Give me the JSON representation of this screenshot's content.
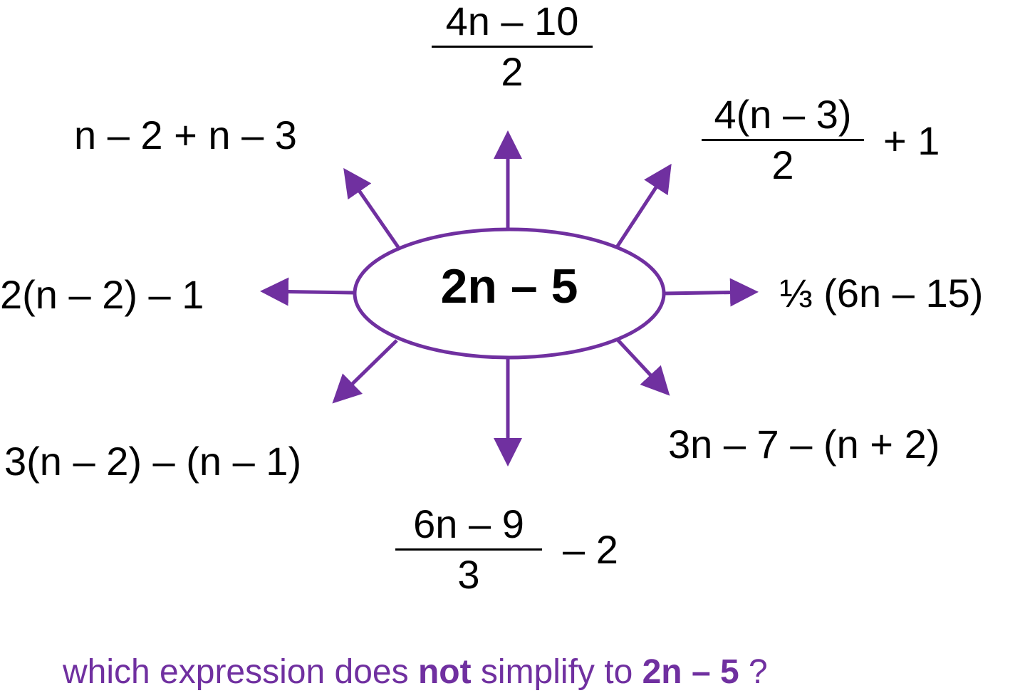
{
  "center": {
    "expression": "2n – 5"
  },
  "colors": {
    "accent": "#7030A0",
    "text": "#000000",
    "background": "#ffffff"
  },
  "expressions": {
    "top": {
      "numerator": "4n – 10",
      "denominator": "2"
    },
    "top_right": {
      "numerator": "4(n – 3)",
      "denominator": "2",
      "suffix": "+  1"
    },
    "right": {
      "text": "⅓ (6n – 15)"
    },
    "bottom_right": {
      "text": "3n – 7 – (n + 2)"
    },
    "bottom": {
      "numerator": "6n – 9",
      "denominator": "3",
      "suffix": "–  2"
    },
    "bottom_left": {
      "text": "3(n – 2) – (n – 1)"
    },
    "left": {
      "text": "2(n – 2) – 1"
    },
    "top_left": {
      "text": "n – 2 + n – 3"
    }
  },
  "question": {
    "part1": "which expression does ",
    "bold1": "not",
    "part2": " simplify to ",
    "bold2": "2n – 5",
    "part3": " ?"
  }
}
